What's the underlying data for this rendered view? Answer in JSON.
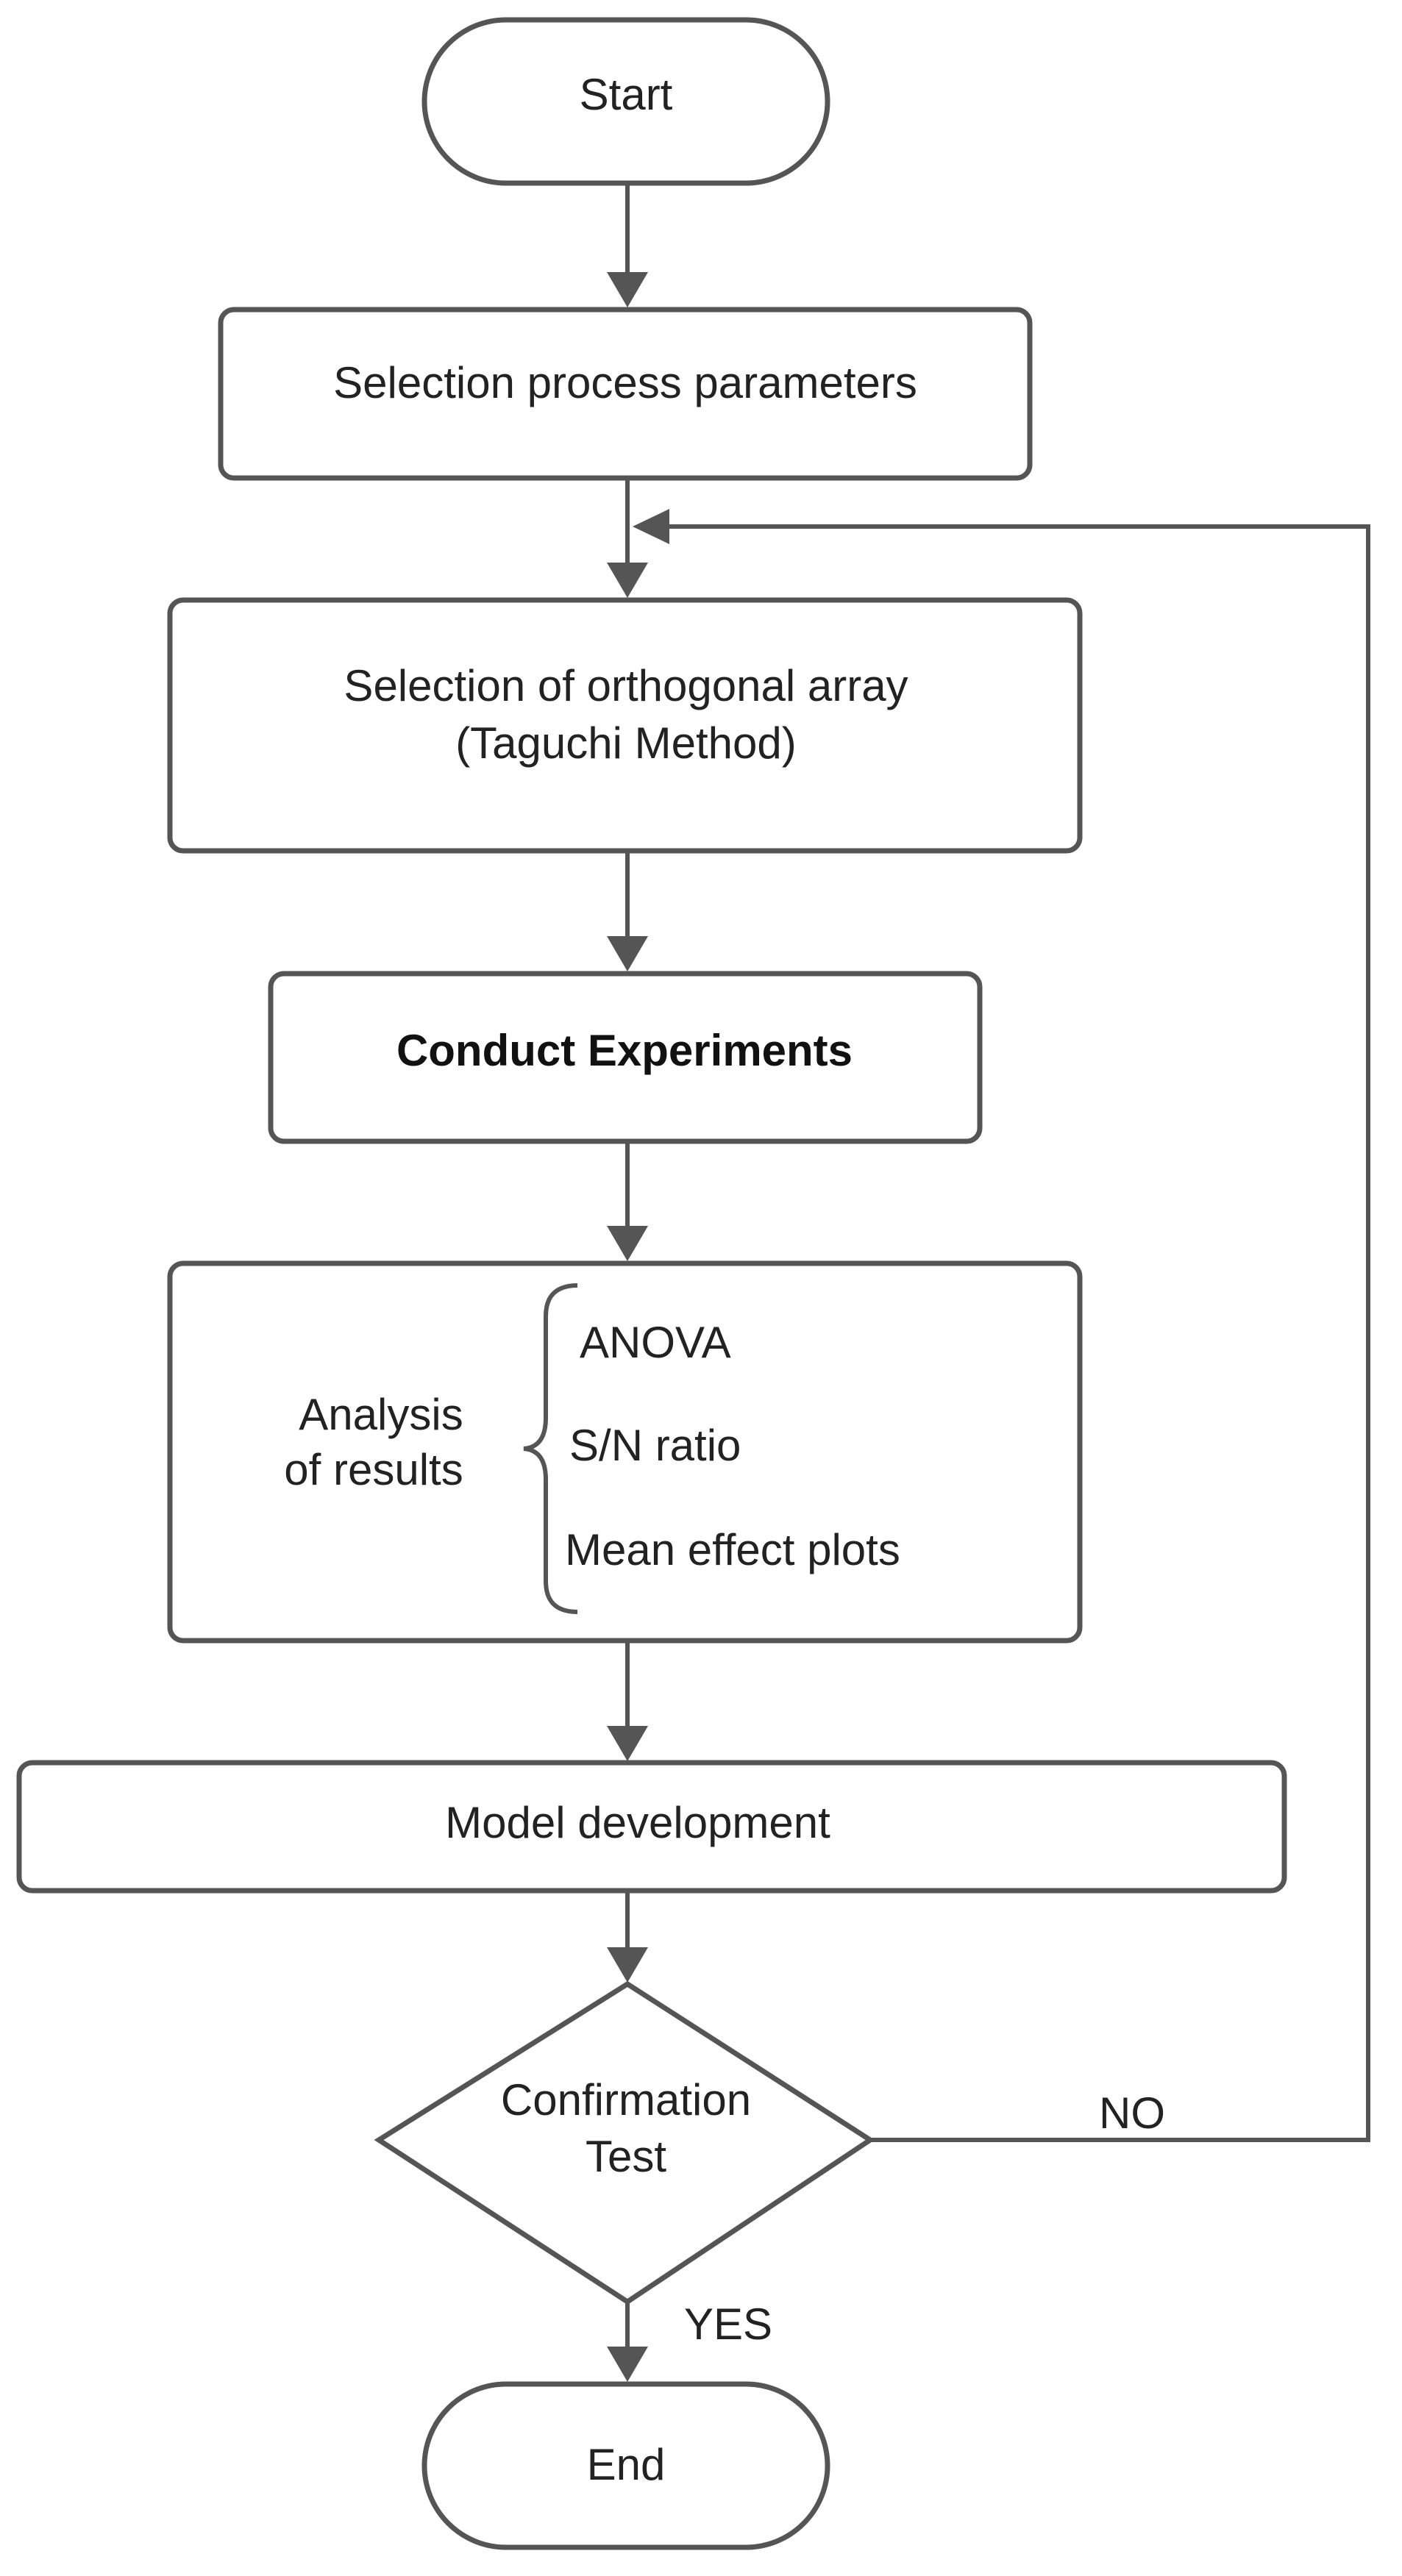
{
  "flowchart": {
    "start": {
      "label": "Start"
    },
    "selection_params": {
      "label": "Selection process parameters"
    },
    "orthogonal_array": {
      "line1": "Selection of orthogonal array",
      "line2": "(Taguchi Method)"
    },
    "conduct": {
      "label": "Conduct Experiments"
    },
    "analysis": {
      "title_line1": "Analysis",
      "title_line2": "of results",
      "items": [
        "ANOVA",
        "S/N ratio",
        "Mean effect plots"
      ]
    },
    "model": {
      "label": "Model development"
    },
    "decision": {
      "line1": "Confirmation",
      "line2": "Test",
      "no_label": "NO",
      "yes_label": "YES"
    },
    "end": {
      "label": "End"
    }
  },
  "colors": {
    "stroke": "#555555",
    "text": "#222222",
    "background": "#ffffff"
  }
}
